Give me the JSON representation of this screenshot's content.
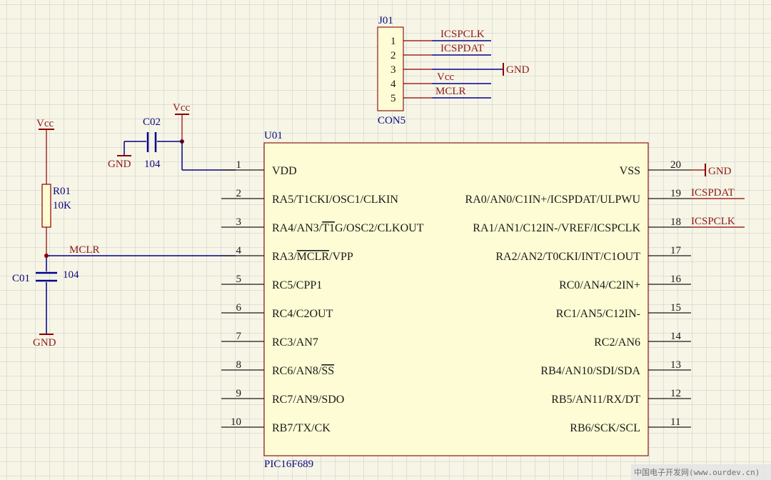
{
  "colors": {
    "background": "#f7f5e6",
    "grid": "#c9c9c9",
    "wire": "#00008b",
    "component": "#8b0000",
    "ic_fill": "#fdfcd4",
    "ic_border": "#8b1a1a",
    "connector_fill": "#fdfcd4"
  },
  "connector": {
    "designator": "J01",
    "type": "CON5",
    "pins": [
      {
        "number": "1",
        "net": "ICSPCLK"
      },
      {
        "number": "2",
        "net": "ICSPDAT"
      },
      {
        "number": "3",
        "net": "GND"
      },
      {
        "number": "4",
        "net": "Vcc"
      },
      {
        "number": "5",
        "net": "MCLR"
      }
    ]
  },
  "ic": {
    "designator": "U01",
    "part": "PIC16F689",
    "left_pins": [
      {
        "number": "1",
        "name": "VDD"
      },
      {
        "number": "2",
        "name": "RA5/T1CKI/OSC1/CLKIN"
      },
      {
        "number": "3",
        "name_pre": "RA4/AN3/",
        "name_over": "T1",
        "name_post": "G/OSC2/CLKOUT"
      },
      {
        "number": "4",
        "name_pre": "RA3/",
        "name_over": "MCLR",
        "name_post": "/VPP"
      },
      {
        "number": "5",
        "name": "RC5/CPP1"
      },
      {
        "number": "6",
        "name": "RC4/C2OUT"
      },
      {
        "number": "7",
        "name": "RC3/AN7"
      },
      {
        "number": "8",
        "name_pre": "RC6/AN8/",
        "name_over": "SS",
        "name_post": ""
      },
      {
        "number": "9",
        "name": "RC7/AN9/SDO"
      },
      {
        "number": "10",
        "name": "RB7/TX/CK"
      }
    ],
    "right_pins": [
      {
        "number": "20",
        "name": "VSS"
      },
      {
        "number": "19",
        "name": "RA0/AN0/C1IN+/ICSPDAT/ULPWU"
      },
      {
        "number": "18",
        "name": "RA1/AN1/C12IN-/VREF/ICSPCLK"
      },
      {
        "number": "17",
        "name": "RA2/AN2/T0CKI/INT/C1OUT"
      },
      {
        "number": "16",
        "name": "RC0/AN4/C2IN+"
      },
      {
        "number": "15",
        "name": "RC1/AN5/C12IN-"
      },
      {
        "number": "14",
        "name": "RC2/AN6"
      },
      {
        "number": "13",
        "name": "RB4/AN10/SDI/SDA"
      },
      {
        "number": "12",
        "name": "RB5/AN11/RX/DT"
      },
      {
        "number": "11",
        "name": "RB6/SCK/SCL"
      }
    ],
    "pin20_net": "GND",
    "pin19_net": "ICSPDAT",
    "pin18_net": "ICSPCLK"
  },
  "r01": {
    "designator": "R01",
    "value": "10K"
  },
  "c01": {
    "designator": "C01",
    "value": "104"
  },
  "c02": {
    "designator": "C02",
    "value": "104"
  },
  "power": {
    "vcc_left": "Vcc",
    "vcc_c02": "Vcc",
    "gnd_c01": "GND",
    "gnd_c02": "GND"
  },
  "net_mclr": "MCLR",
  "watermark": "中国电子开发网(www.ourdev.cn)"
}
